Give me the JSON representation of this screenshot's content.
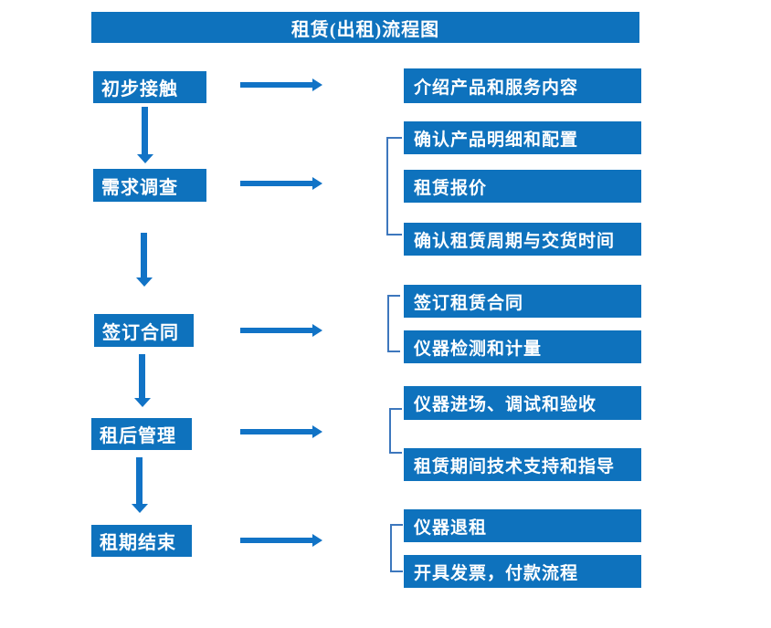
{
  "title": "租赁(出租)流程图",
  "colors": {
    "box_blue": "#0e72bd",
    "arrow_blue": "#1173c6",
    "bracket_blue": "#3d77bd",
    "text_white": "#ffffff",
    "background": "#ffffff"
  },
  "flow": [
    {
      "step": "初步接触",
      "outputs": [
        "介绍产品和服务内容"
      ]
    },
    {
      "step": "需求调查",
      "outputs": [
        "确认产品明细和配置",
        "租赁报价",
        "确认租赁周期与交货时间"
      ]
    },
    {
      "step": "签订合同",
      "outputs": [
        "签订租赁合同",
        "仪器检测和计量"
      ]
    },
    {
      "step": "租后管理",
      "outputs": [
        "仪器进场、调试和验收",
        "租赁期间技术支持和指导"
      ]
    },
    {
      "step": "租期结束",
      "outputs": [
        "仪器退租",
        "开具发票，付款流程"
      ]
    }
  ]
}
